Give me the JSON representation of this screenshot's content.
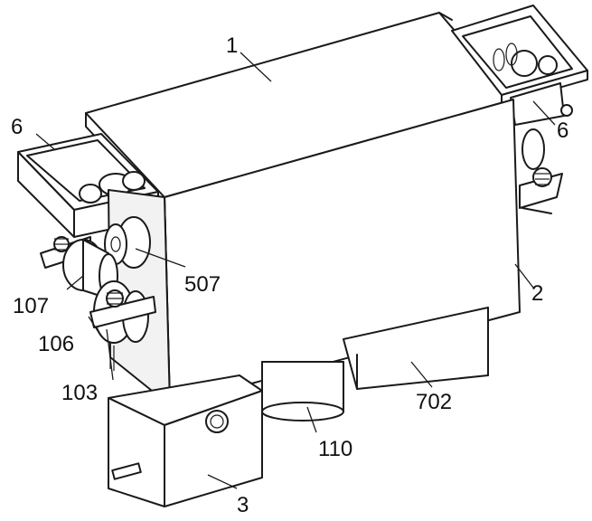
{
  "labels": {
    "part_1": "1",
    "part_2": "2",
    "part_3": "3",
    "part_6_left": "6",
    "part_6_right": "6",
    "part_103": "103",
    "part_106": "106",
    "part_107": "107",
    "part_110": "110",
    "part_507": "507",
    "part_702": "702"
  },
  "colors": {
    "line": "#1a1a1a",
    "fill": "#ffffff",
    "shade": "#f2f2f2"
  }
}
